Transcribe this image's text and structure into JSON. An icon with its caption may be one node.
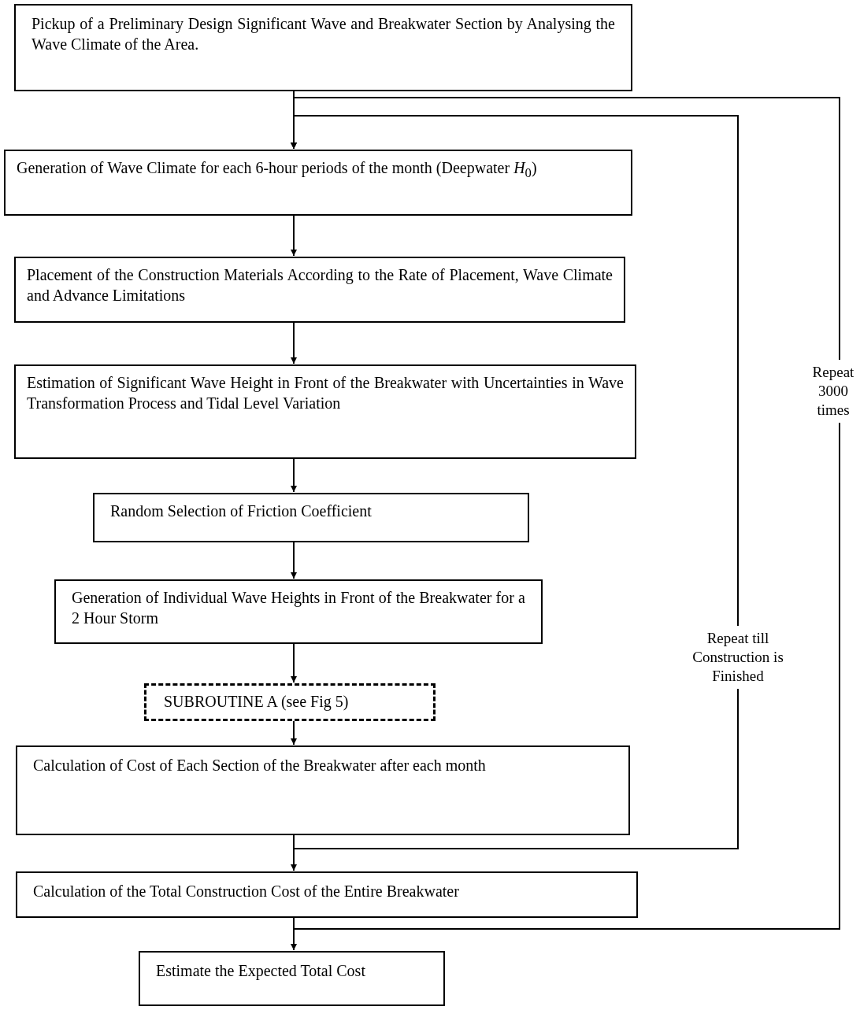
{
  "diagram": {
    "nodes": [
      {
        "text": [
          "Pickup of a Preliminary Design Significant Wave and Breakwater Section by Analysing the Wave Climate of the Area."
        ]
      },
      {
        "text": [
          "Generation of Wave Climate for each 6-hour periods of the month (Deepwater *H*$_{0}$)"
        ]
      },
      {
        "text": [
          "Placement of the Construction Materials According to the Rate of Placement, Wave Climate and Advance Limitations"
        ]
      },
      {
        "text": [
          "Estimation of Significant Wave Height in Front of the Breakwater with Uncertainties in Wave Transformation Process and Tidal Level Variation"
        ]
      },
      {
        "text": [
          "Random Selection of Friction Coefficient"
        ]
      },
      {
        "text": [
          "Generation of Individual Wave Heights in Front of the Breakwater for a 2 Hour Storm"
        ]
      },
      {
        "text": [
          "SUBROUTINE A (see Fig 5)"
        ]
      },
      {
        "text": [
          "Calculation of Cost of Each Section of the Breakwater after each month"
        ]
      },
      {
        "text": [
          "Calculation of the Total Construction Cost of the Entire Breakwater"
        ]
      },
      {
        "text": [
          "Estimate the Expected Total Cost"
        ]
      }
    ],
    "edges": [
      {
        "from": 0,
        "to": 1,
        "arrow": "to"
      },
      {
        "from": 1,
        "to": 2,
        "arrow": "to"
      },
      {
        "from": 2,
        "to": 3,
        "arrow": "to"
      },
      {
        "from": 3,
        "to": 4,
        "arrow": "to"
      },
      {
        "from": 4,
        "to": 5,
        "arrow": "to"
      },
      {
        "from": 5,
        "to": 6,
        "arrow": "to"
      },
      {
        "from": 6,
        "to": 7,
        "arrow": "to"
      },
      {
        "from": 7,
        "to": 8,
        "arrow": "to"
      },
      {
        "from": 8,
        "to": 9,
        "arrow": "to"
      },
      {
        "from": 7,
        "to": 1,
        "arrow": "to",
        "label": "Repeat till Construction is Finished"
      },
      {
        "from": 8,
        "to": 1,
        "arrow": "to",
        "label": "Repeat 3000 times"
      }
    ]
  }
}
